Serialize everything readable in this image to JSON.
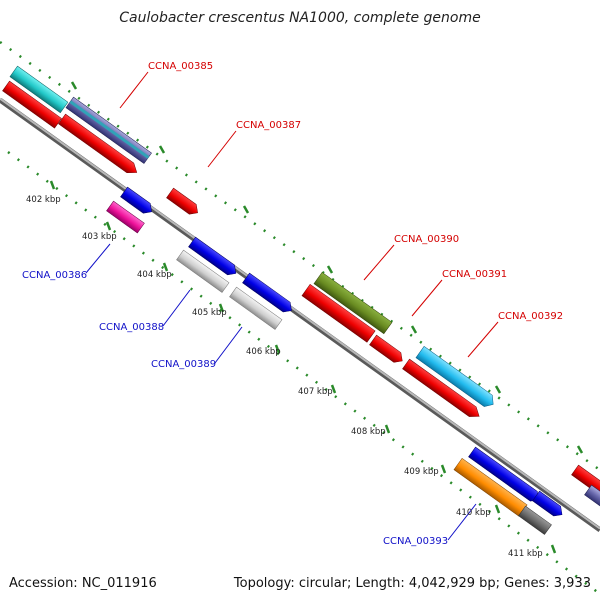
{
  "title": "Caulobacter crescentus NA1000, complete genome",
  "footer": {
    "accession": "Accession: NC_011916",
    "topology": "Topology: circular; Length: 4,042,929 bp; Genes: 3,933"
  },
  "colors": {
    "forward_label": "#d40000",
    "reverse_label": "#1010c8",
    "ruler": "#2a8a2a",
    "backbone": "#9a9a9a"
  },
  "kbp_ticks": [
    "402 kbp",
    "403 kbp",
    "404 kbp",
    "405 kbp",
    "406 kbp",
    "407 kbp",
    "408 kbp",
    "409 kbp",
    "410 kbp",
    "411 kbp"
  ],
  "gene_labels": {
    "forward": [
      "CCNA_00385",
      "CCNA_00387",
      "CCNA_00390",
      "CCNA_00391",
      "CCNA_00392"
    ],
    "reverse": [
      "CCNA_00386",
      "CCNA_00388",
      "CCNA_00389",
      "CCNA_00393"
    ]
  }
}
